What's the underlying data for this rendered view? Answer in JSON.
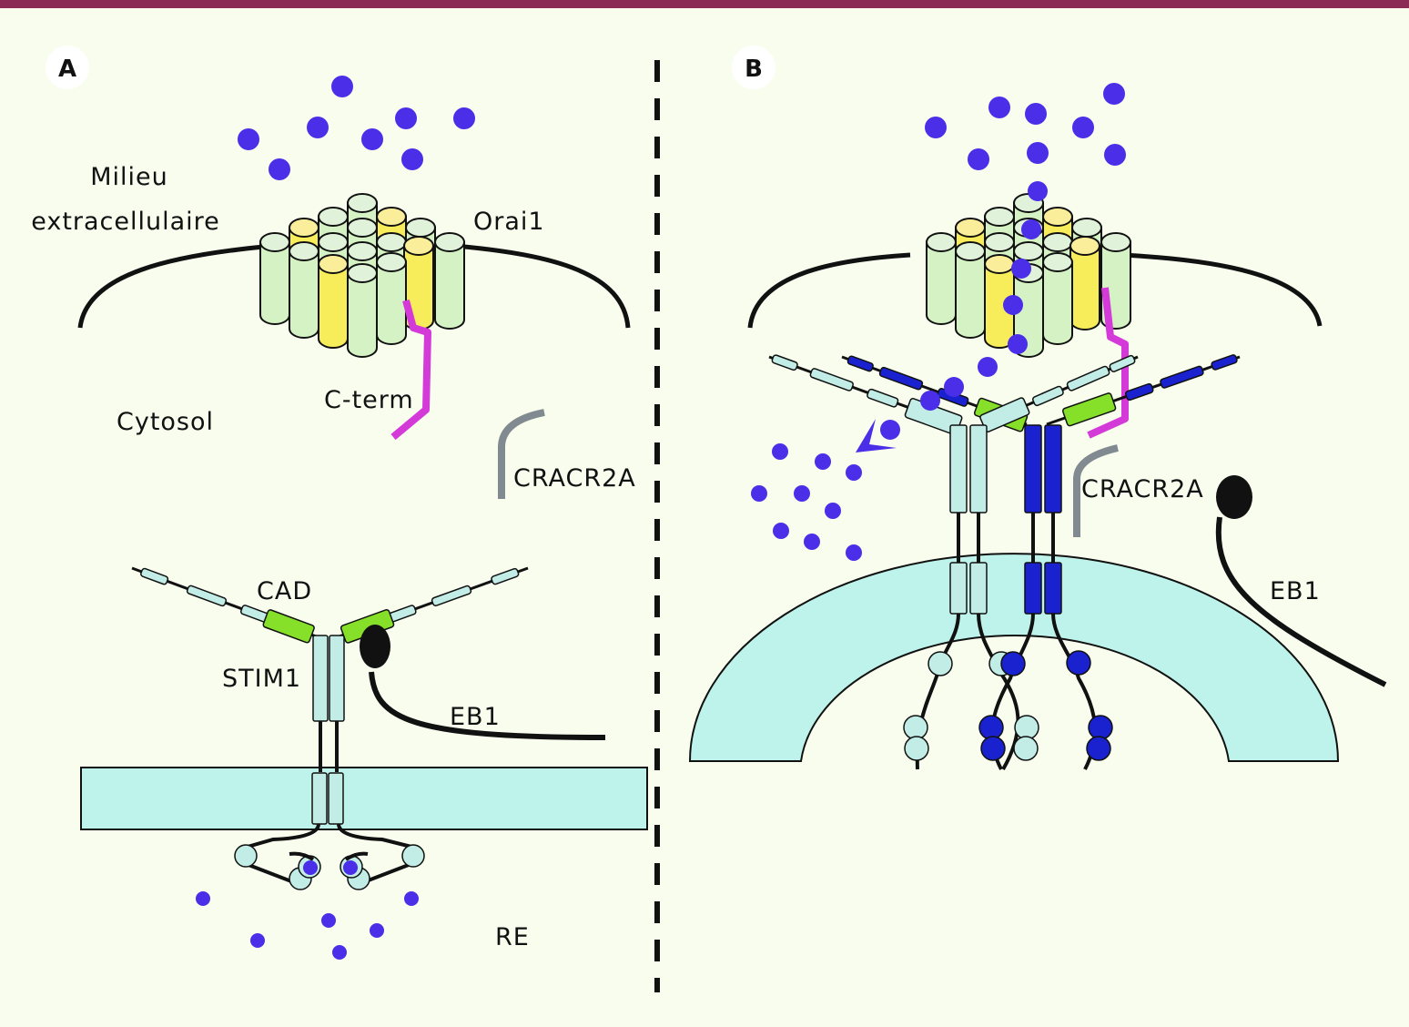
{
  "figure": {
    "top_bar_color": "#8b2a55",
    "background_color": "#f8fdee",
    "colors": {
      "calcium_ion": "#4b2ee8",
      "orai_subunit_green": "#d4f2c4",
      "orai_subunit_yellow": "#f7ec5a",
      "cterm": "#d43ad8",
      "cracr2a": "#808a90",
      "stim_light": "#c2ede6",
      "stim_dark": "#1a22d0",
      "cad": "#86e02a",
      "er_membrane": "#bdf3ea",
      "eb1": "#111111"
    }
  },
  "panels": [
    {
      "id": "A",
      "letter": "A",
      "labels": {
        "milieu_line1": "Milieu",
        "milieu_line2": "extracellulaire",
        "orai": "Orai1",
        "cterm": "C-term",
        "cytosol": "Cytosol",
        "cracr2a": "CRACR2A",
        "cad": "CAD",
        "stim": "STIM1",
        "eb1": "EB1",
        "er": "RE"
      }
    },
    {
      "id": "B",
      "letter": "B",
      "labels": {
        "cracr2a": "CRACR2A",
        "eb1": "EB1"
      }
    }
  ]
}
